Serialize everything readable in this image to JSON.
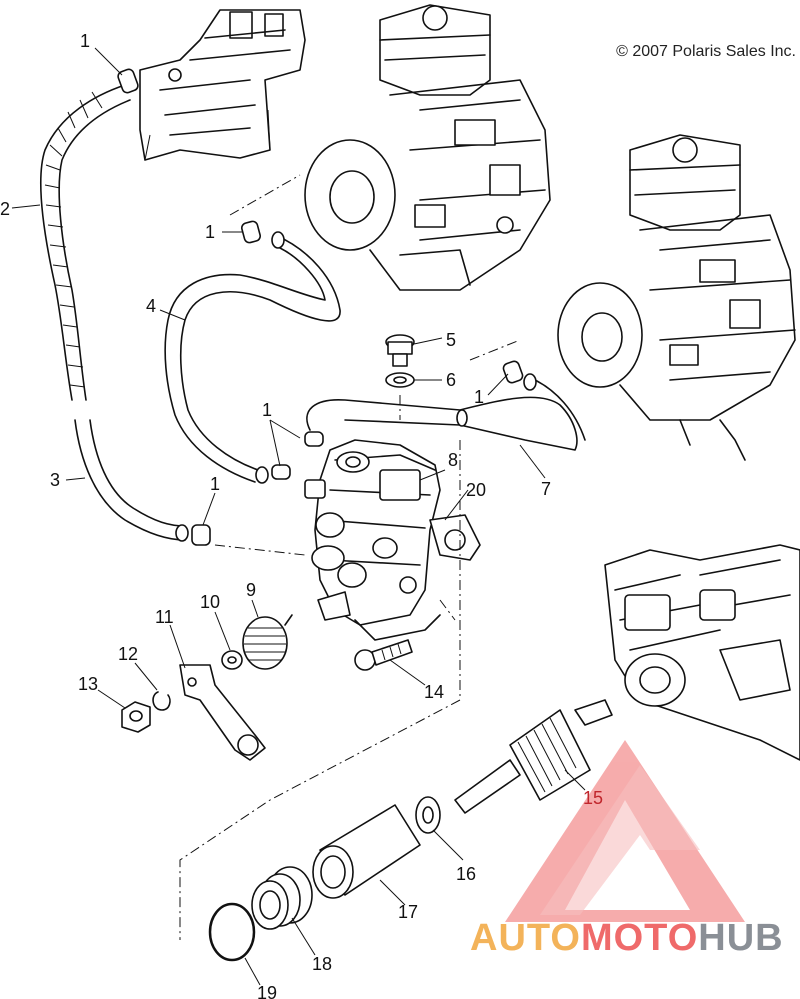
{
  "copyright": "© 2007 Polaris Sales Inc.",
  "callouts": [
    {
      "id": "c1a",
      "text": "1"
    },
    {
      "id": "c2",
      "text": "2"
    },
    {
      "id": "c1b",
      "text": "1"
    },
    {
      "id": "c4",
      "text": "4"
    },
    {
      "id": "c5",
      "text": "5"
    },
    {
      "id": "c6",
      "text": "6"
    },
    {
      "id": "c1c",
      "text": "1"
    },
    {
      "id": "c1d",
      "text": "1"
    },
    {
      "id": "c8",
      "text": "8"
    },
    {
      "id": "c20",
      "text": "20"
    },
    {
      "id": "c7",
      "text": "7"
    },
    {
      "id": "c3",
      "text": "3"
    },
    {
      "id": "c1e",
      "text": "1"
    },
    {
      "id": "c9",
      "text": "9"
    },
    {
      "id": "c10",
      "text": "10"
    },
    {
      "id": "c11",
      "text": "11"
    },
    {
      "id": "c12",
      "text": "12"
    },
    {
      "id": "c13",
      "text": "13"
    },
    {
      "id": "c14",
      "text": "14"
    },
    {
      "id": "c15",
      "text": "15"
    },
    {
      "id": "c16",
      "text": "16"
    },
    {
      "id": "c17",
      "text": "17"
    },
    {
      "id": "c18",
      "text": "18"
    },
    {
      "id": "c19",
      "text": "19"
    }
  ],
  "watermark": {
    "part1": "AUTO",
    "part2": "MOTO",
    "part3": "HUB",
    "color_orange": "#f3b35a",
    "color_red": "#ef6a6a",
    "color_gray": "#8a8f96"
  }
}
